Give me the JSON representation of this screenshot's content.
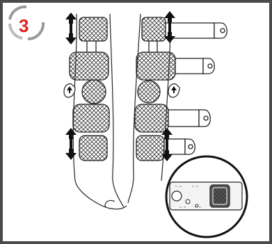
{
  "step": {
    "number": "3",
    "accent_color": "#e02020",
    "badge_icon": "step-number-badge"
  },
  "illustration": {
    "subject": "legs-with-compression-wraps",
    "icons": [
      "arrow-up-down-icon",
      "lock-icon",
      "strap-buckle-icon",
      "magnifier-inset"
    ]
  },
  "colors": {
    "frame": "#4a4a4a",
    "line": "#222222"
  }
}
